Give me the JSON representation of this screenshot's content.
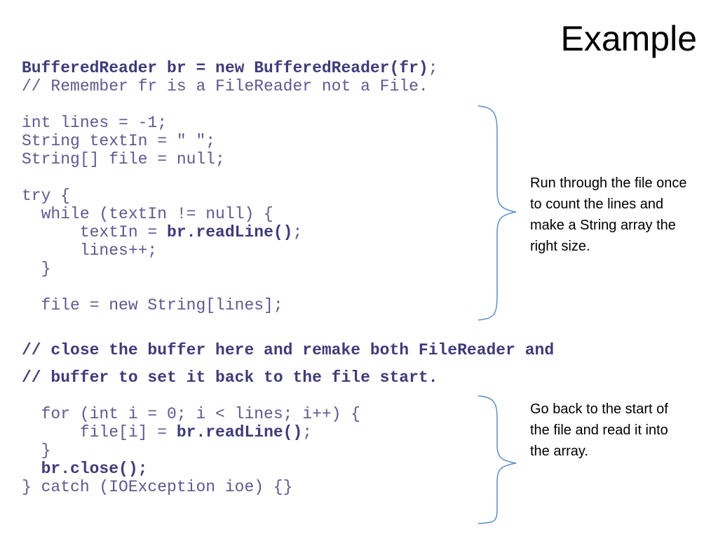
{
  "slide": {
    "title": "Example",
    "code_block_1": [
      {
        "parts": [
          {
            "t": "BufferedReader br = new BufferedReader(fr)",
            "bold": true
          },
          {
            "t": ";",
            "bold": false
          }
        ]
      },
      {
        "parts": [
          {
            "t": "// Remember fr is a FileReader not a File.",
            "bold": false
          }
        ]
      },
      {
        "parts": [
          {
            "t": "",
            "bold": false
          }
        ]
      },
      {
        "parts": [
          {
            "t": "int lines = -1;",
            "bold": false
          }
        ]
      },
      {
        "parts": [
          {
            "t": "String textIn = \" \";",
            "bold": false
          }
        ]
      },
      {
        "parts": [
          {
            "t": "String[] file = null;",
            "bold": false
          }
        ]
      },
      {
        "parts": [
          {
            "t": "",
            "bold": false
          }
        ]
      },
      {
        "parts": [
          {
            "t": "try {",
            "bold": false
          }
        ]
      },
      {
        "parts": [
          {
            "t": "  while (textIn != null) {",
            "bold": false
          }
        ]
      },
      {
        "parts": [
          {
            "t": "      textIn = ",
            "bold": false
          },
          {
            "t": "br.readLine()",
            "bold": true
          },
          {
            "t": ";",
            "bold": false
          }
        ]
      },
      {
        "parts": [
          {
            "t": "      lines++;",
            "bold": false
          }
        ]
      },
      {
        "parts": [
          {
            "t": "  }",
            "bold": false
          }
        ]
      },
      {
        "parts": [
          {
            "t": "",
            "bold": false
          }
        ]
      },
      {
        "parts": [
          {
            "t": "  file = new String[lines];",
            "bold": false
          }
        ]
      }
    ],
    "code_comment": [
      {
        "parts": [
          {
            "t": "// close the buffer here and remake both FileReader and",
            "bold": true
          }
        ]
      },
      {
        "parts": [
          {
            "t": "// buffer to set it back to the file start.",
            "bold": true
          }
        ]
      }
    ],
    "code_block_2": [
      {
        "parts": [
          {
            "t": "  for (int i = 0; i < lines; i++) {",
            "bold": false
          }
        ]
      },
      {
        "parts": [
          {
            "t": "      file[i] = ",
            "bold": false
          },
          {
            "t": "br.readLine()",
            "bold": true
          },
          {
            "t": ";",
            "bold": false
          }
        ]
      },
      {
        "parts": [
          {
            "t": "  }",
            "bold": false
          }
        ]
      },
      {
        "parts": [
          {
            "t": "  br.close()",
            "bold": true
          },
          {
            "t": ";",
            "bold": true
          }
        ]
      },
      {
        "parts": [
          {
            "t": "} catch (IOException ioe) {}",
            "bold": false
          }
        ]
      }
    ],
    "note_1": "Run through the file once to count the lines and make a String array the right size.",
    "note_2": "Go back to the start of the file and read it into the array.",
    "colors": {
      "code_text": "#5d5a8e",
      "code_bold": "#3f3b78",
      "brace": "#5b8fc7"
    }
  }
}
